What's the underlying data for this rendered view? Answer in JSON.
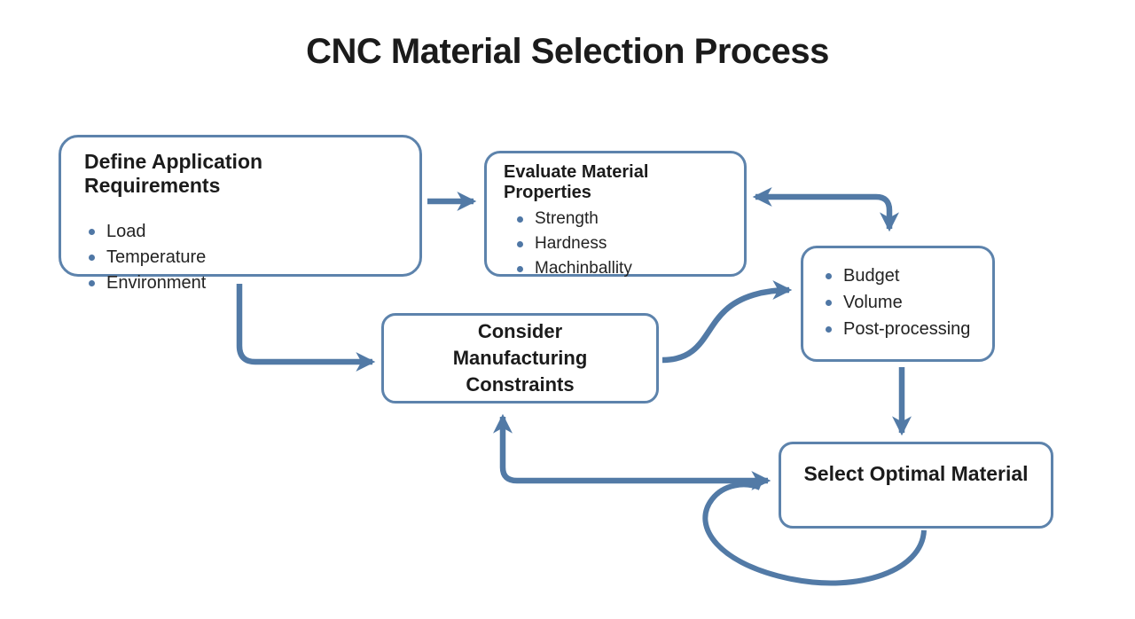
{
  "title": "CNC Material Selection Process",
  "colors": {
    "arrow": "#527aa6",
    "border": "#5d83ac",
    "text": "#1b1b1b",
    "bullet": "#4f77a5",
    "bg": "#ffffff"
  },
  "boxes": {
    "define": {
      "title": "Define Application Requirements",
      "items": [
        "Load",
        "Temperature",
        "Environment"
      ]
    },
    "evaluate": {
      "title": "Evaluate Material Properties",
      "items": [
        "Strength",
        "Hardness",
        "Machinballity"
      ]
    },
    "constraints": {
      "title": "Consider Manufacturing Constraints"
    },
    "criteria": {
      "items": [
        "Budget",
        "Volume",
        "Post-processing"
      ]
    },
    "select": {
      "title": "Select Optimal Material"
    }
  },
  "edges": [
    {
      "from": "define",
      "to": "evaluate",
      "bidirectional": false
    },
    {
      "from": "define",
      "to": "constraints",
      "bidirectional": false
    },
    {
      "from": "constraints",
      "to": "criteria",
      "bidirectional": false
    },
    {
      "from": "criteria",
      "to": "evaluate",
      "bidirectional": true
    },
    {
      "from": "criteria",
      "to": "select",
      "bidirectional": false
    },
    {
      "from": "select",
      "to": "constraints",
      "bidirectional": true
    },
    {
      "from": "select",
      "to": "select",
      "style": "loop",
      "arrowhead": false
    }
  ]
}
